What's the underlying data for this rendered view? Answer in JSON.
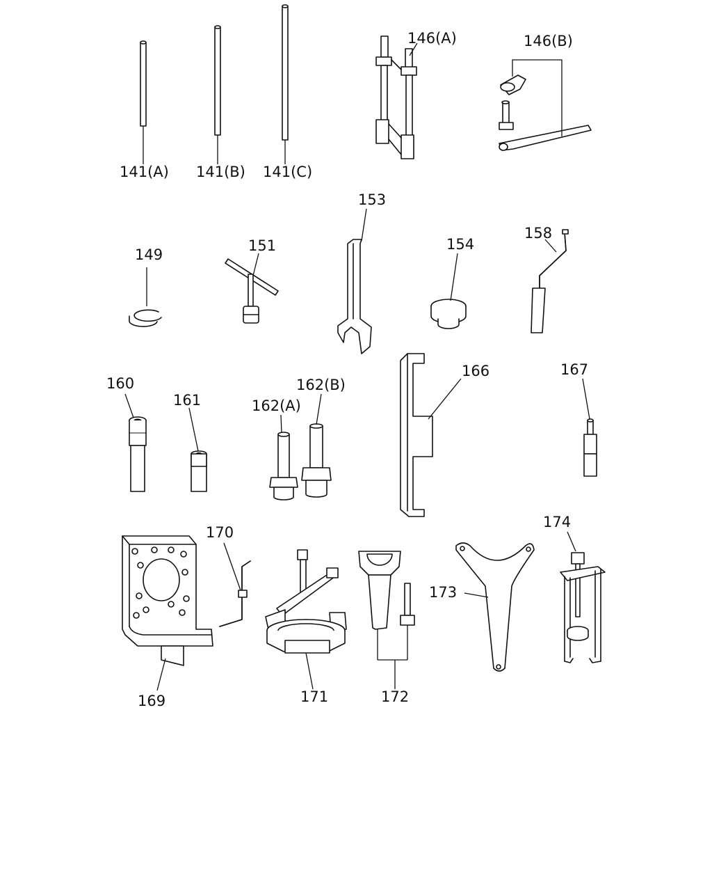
{
  "callouts": {
    "p141a": "141(A)",
    "p141b": "141(B)",
    "p141c": "141(C)",
    "p146a": "146(A)",
    "p146b": "146(B)",
    "p149": "149",
    "p151": "151",
    "p153": "153",
    "p154": "154",
    "p158": "158",
    "p160": "160",
    "p161": "161",
    "p162a": "162(A)",
    "p162b": "162(B)",
    "p166": "166",
    "p167": "167",
    "p169": "169",
    "p170": "170",
    "p171": "171",
    "p172": "172",
    "p173": "173",
    "p174": "174"
  }
}
